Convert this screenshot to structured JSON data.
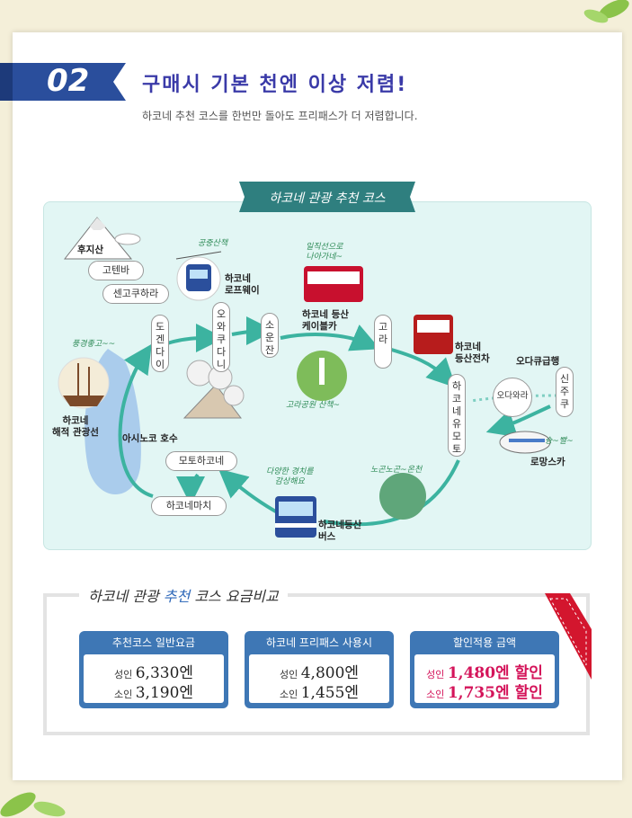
{
  "header": {
    "number": "02",
    "title": "구매시 기본 천엔 이상 저렴!",
    "subtitle": "하코네 추천 코스를 한번만 돌아도 프리패스가 더 저렴합니다."
  },
  "map": {
    "ribbon": "하코네 관광 추천 코스",
    "places": {
      "fuji": "후지산",
      "gotemba": "고텐바",
      "sengokuhara": "센고쿠하라",
      "ropeway": "하코네\n로프웨이",
      "ropeway_note": "공중산책",
      "cable": "하코네 등산\n케이블카",
      "cable_note": "일직선으로\n나아가네~",
      "dogendai": "도\n겐\n다\n이",
      "owakudani": "오\n와\n쿠\n다\n니",
      "sounzan": "소\n운\n잔",
      "gora": "고\n라",
      "tozan_train": "하코네\n등산전차",
      "odakyu": "오다큐급행",
      "shinjuku": "신\n주\n쿠",
      "odawara": "오다와라",
      "yumoto": "하\n코\n네\n유\n모\n토",
      "romancecar": "로망스카",
      "romance_note": "슝~빨~",
      "pirate": "하코네\n해적 관광선",
      "pirate_note": "풍경좋고~~",
      "ashinoko": "아시노코 호수",
      "motohakone": "모토하코네",
      "hakonemachi": "하코네마치",
      "bus": "하코네등산\n버스",
      "bus_note": "다양한 경치를\n감상해요",
      "park_note": "고라공원 산책~",
      "onsen_note": "노곤노곤~온천"
    }
  },
  "compare": {
    "title_prefix": "하코네 관광 ",
    "title_highlight": "추천",
    "title_suffix": " 코스 요금비교",
    "cards": [
      {
        "header": "추천코스 일반요금",
        "adult_label": "성인",
        "adult_value": "6,330엔",
        "child_label": "소인",
        "child_value": "3,190엔"
      },
      {
        "header": "하코네 프리패스 사용시",
        "adult_label": "성인",
        "adult_value": "4,800엔",
        "child_label": "소인",
        "child_value": "1,455엔"
      },
      {
        "header": "할인적용 금액",
        "adult_label": "성인",
        "adult_value": "1,480엔 할인",
        "child_label": "소인",
        "child_value": "1,735엔 할인"
      }
    ]
  },
  "colors": {
    "navy": "#2a4e9c",
    "teal": "#2f7f7f",
    "route": "#3cb3a0",
    "card_blue": "#3e77b5",
    "discount": "#d4145a"
  }
}
